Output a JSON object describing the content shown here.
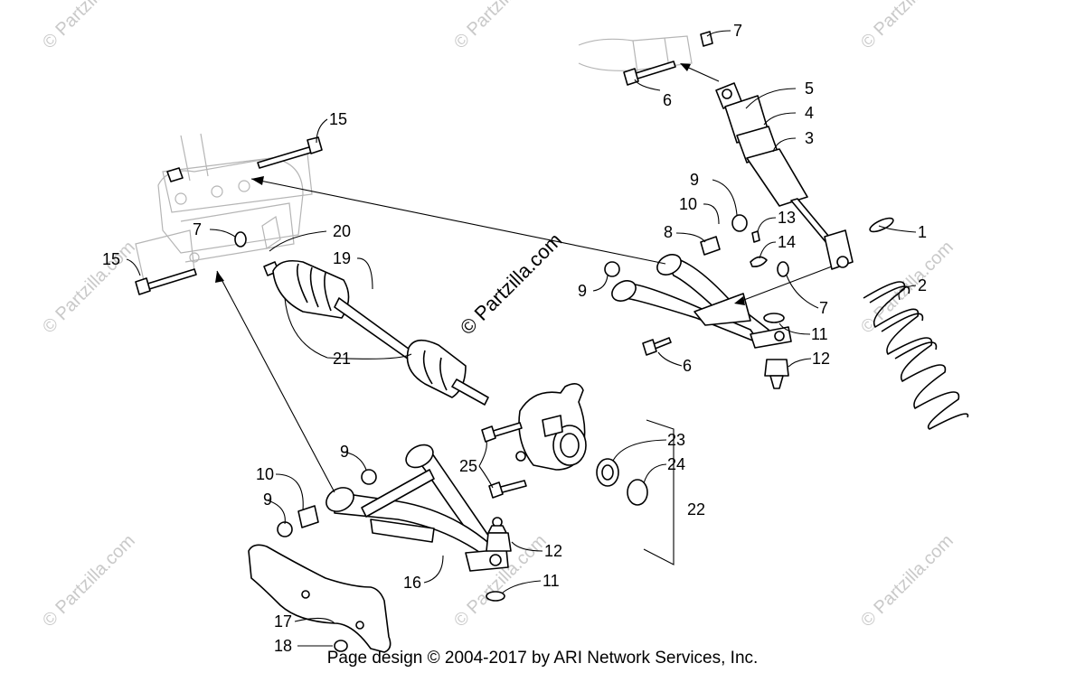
{
  "diagram": {
    "center_watermark": "© Partzilla.com",
    "corner_watermark": "© Partzilla.com",
    "footer": "Page design © 2004-2017 by ARI Network Services, Inc.",
    "callouts": {
      "c1": "1",
      "c2": "2",
      "c3": "3",
      "c4": "4",
      "c5": "5",
      "c6a": "6",
      "c6b": "6",
      "c7a": "7",
      "c7b": "7",
      "c7c": "7",
      "c8": "8",
      "c9a": "9",
      "c9b": "9",
      "c9c": "9",
      "c9d": "9",
      "c10a": "10",
      "c10b": "10",
      "c11a": "11",
      "c11b": "11",
      "c12a": "12",
      "c12b": "12",
      "c13": "13",
      "c14": "14",
      "c15a": "15",
      "c15b": "15",
      "c16": "16",
      "c17": "17",
      "c18": "18",
      "c19": "19",
      "c20": "20",
      "c21": "21",
      "c22": "22",
      "c23": "23",
      "c24": "24",
      "c25": "25"
    }
  }
}
